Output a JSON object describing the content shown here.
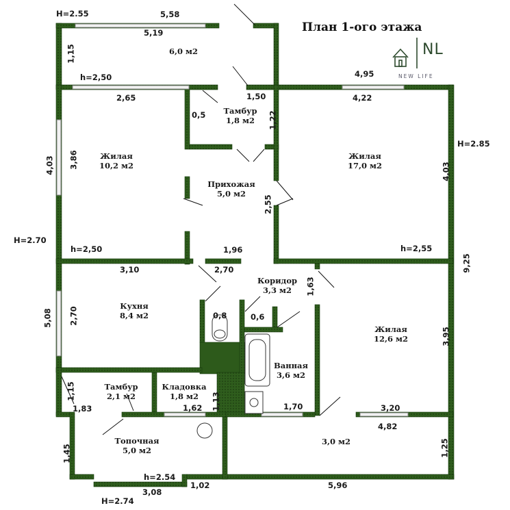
{
  "title": "План 1-ого этажа",
  "logo": {
    "mark": "NL",
    "sub": "NEW LIFE",
    "icon": "house-icon",
    "color": "#2d4a2d"
  },
  "colors": {
    "wall": "#2d5a1b",
    "wall_edge": "#173a0d",
    "window": "#aaaaaa"
  },
  "heights": {
    "h1": "H=2.55",
    "h2": "h=2,50",
    "h3": "H=2.85",
    "h4": "H=2.70",
    "h5": "h=2,50",
    "h6": "h=2,55",
    "h7": "h=2.54",
    "h8": "H=2.74"
  },
  "dims": {
    "d1": "5,58",
    "d2": "5,19",
    "d3": "1,15",
    "d4": "4,95",
    "d5": "2,65",
    "d6": "1,50",
    "d7": "4,22",
    "d8": "0,5",
    "d9": "1,22",
    "d10": "4,03",
    "d11": "3,86",
    "d12": "4,03",
    "d13": "2,55",
    "d14": "1,96",
    "d15": "9,25",
    "d16": "3,10",
    "d17": "2,70",
    "d18": "1,63",
    "d19": "0,8",
    "d20": "0,6",
    "d21": "5,08",
    "d22": "2,70",
    "d23": "3,95",
    "d24": "1,15",
    "d25": "1,13",
    "d26": "1,83",
    "d27": "1,62",
    "d28": "1,70",
    "d29": "3,20",
    "d30": "4,82",
    "d31": "1,45",
    "d32": "1,25",
    "d33": "1,02",
    "d34": "5,96",
    "d35": "3,08"
  },
  "rooms": [
    {
      "name": "",
      "area": "6,0 м2"
    },
    {
      "name": "Тамбур",
      "area": "1,8 м2"
    },
    {
      "name": "Жилая",
      "area": "10,2 м2"
    },
    {
      "name": "Жилая",
      "area": "17,0 м2"
    },
    {
      "name": "Прихожая",
      "area": "5,0 м2"
    },
    {
      "name": "Коридор",
      "area": "3,3 м2"
    },
    {
      "name": "Кухня",
      "area": "8,4 м2"
    },
    {
      "name": "Жилая",
      "area": "12,6 м2"
    },
    {
      "name": "Ванная",
      "area": "3,6 м2"
    },
    {
      "name": "Тамбур",
      "area": "2,1 м2"
    },
    {
      "name": "Кладовка",
      "area": "1,8 м2"
    },
    {
      "name": "Топочная",
      "area": "5,0 м2"
    },
    {
      "name": "",
      "area": "3,0 м2"
    }
  ]
}
